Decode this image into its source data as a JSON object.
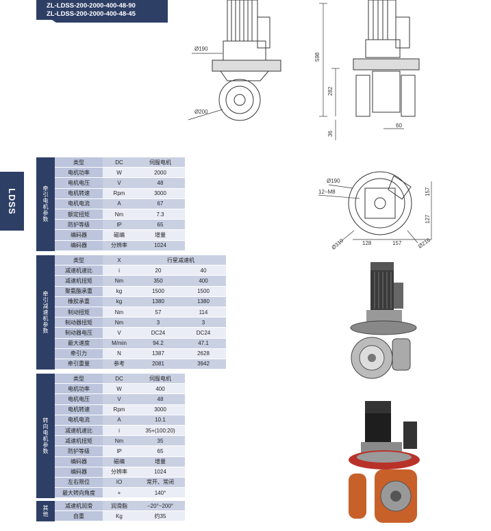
{
  "banner": {
    "line1": "ZL-LDSS-200-2000-400-48-90",
    "line2": "ZL-LDSS-200-2000-400-48-45"
  },
  "side_tab": "LDSS",
  "dims": {
    "top_left_d190": "Ø190",
    "top_left_d200": "Ø200",
    "side_598": "598",
    "side_282": "282",
    "side_36": "36",
    "side_60": "60",
    "plan_d190": "Ø190",
    "plan_12m8": "12−M8",
    "plan_157": "157",
    "plan_127": "127",
    "plan_128": "128",
    "plan_157b": "157",
    "plan_d310": "Ø310",
    "plan_d216": "Ø216"
  },
  "table1": {
    "label": "牵引电机参数",
    "rows": [
      [
        "类型",
        "DC",
        "伺服电机"
      ],
      [
        "电机功率",
        "W",
        "2000"
      ],
      [
        "电机电压",
        "V",
        "48"
      ],
      [
        "电机转速",
        "Rpm",
        "3000"
      ],
      [
        "电机电流",
        "A",
        "67"
      ],
      [
        "额定扭矩",
        "Nm",
        "7.3"
      ],
      [
        "防护等级",
        "IP",
        "65"
      ],
      [
        "编码器",
        "磁编",
        "增量"
      ],
      [
        "编码器",
        "分辨率",
        "1024"
      ]
    ]
  },
  "table2": {
    "label": "牵引减速机参数",
    "header": [
      "类型",
      "X",
      "行星减速机"
    ],
    "rows": [
      [
        "减速机速比",
        "i",
        "20",
        "40"
      ],
      [
        "减速机扭矩",
        "Nm",
        "350",
        "400"
      ],
      [
        "聚氨酯承重",
        "kg",
        "1500",
        "1500"
      ],
      [
        "橡胶承重",
        "kg",
        "1380",
        "1380"
      ],
      [
        "制动扭矩",
        "Nm",
        "57",
        "114"
      ],
      [
        "制动器扭矩",
        "Nm",
        "3",
        "3"
      ],
      [
        "制动器电压",
        "V",
        "DC24",
        "DC24"
      ],
      [
        "最大速度",
        "M/min",
        "94.2",
        "47.1"
      ],
      [
        "牵引力",
        "N",
        "1387",
        "2628"
      ],
      [
        "牵引重量",
        "参考",
        "2081",
        "3942"
      ]
    ]
  },
  "table3": {
    "label": "转向电机参数",
    "rows": [
      [
        "类型",
        "DC",
        "伺服电机"
      ],
      [
        "电机功率",
        "W",
        "400"
      ],
      [
        "电机电压",
        "V",
        "48"
      ],
      [
        "电机转速",
        "Rpm",
        "3000"
      ],
      [
        "电机电流",
        "A",
        "10.1"
      ],
      [
        "减速机速比",
        "i",
        "35+(100:20)"
      ],
      [
        "减速机扭矩",
        "Nm",
        "35"
      ],
      [
        "防护等级",
        "IP",
        "65"
      ],
      [
        "编码器",
        "磁编",
        "增量"
      ],
      [
        "编码器",
        "分辨率",
        "1024"
      ],
      [
        "左右限位",
        "IO",
        "常开、常闭"
      ],
      [
        "最大转向角度",
        "+",
        "140°"
      ]
    ]
  },
  "table4": {
    "label": "其他",
    "rows": [
      [
        "减速机润滑",
        "润滑脂",
        "−20°~200°"
      ],
      [
        "自重",
        "Kg",
        "约35"
      ]
    ]
  },
  "colors": {
    "navy": "#2e3f66",
    "row_dark": "#c9d0e2",
    "row_light": "#eaedf5",
    "wheel_orange": "#c8602a",
    "ring_red": "#b8322a"
  }
}
